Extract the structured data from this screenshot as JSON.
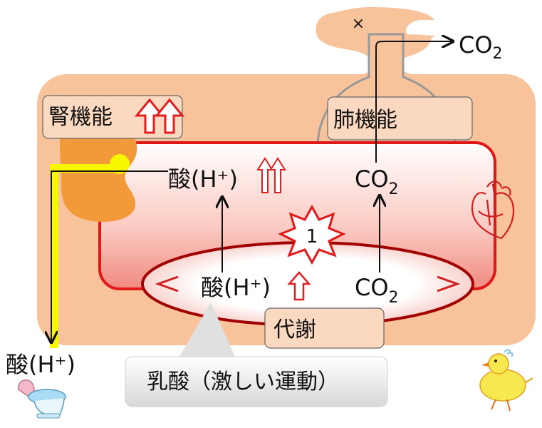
{
  "labels": {
    "kidney_function": "腎機能",
    "lung_function": "肺機能",
    "metabolism": "代謝",
    "lactic_acid": "乳酸（激しい運動）",
    "blood_acid": "酸(H⁺)",
    "blood_co2_main": "CO",
    "blood_co2_sub": "2",
    "tissue_acid": "酸(H⁺)",
    "tissue_co2_main": "CO",
    "tissue_co2_sub": "2",
    "exhaled_co2_main": "CO",
    "exhaled_co2_sub": "2",
    "excreted_acid": "酸(H⁺)",
    "burst_number": "1",
    "cross_mark": "×"
  },
  "colors": {
    "body_fill": "#f8c29a",
    "blood_edge": "#e01818",
    "kidney": "#f29a3a",
    "urine_path": "#f7f700",
    "red_arrow": "#e02020"
  }
}
